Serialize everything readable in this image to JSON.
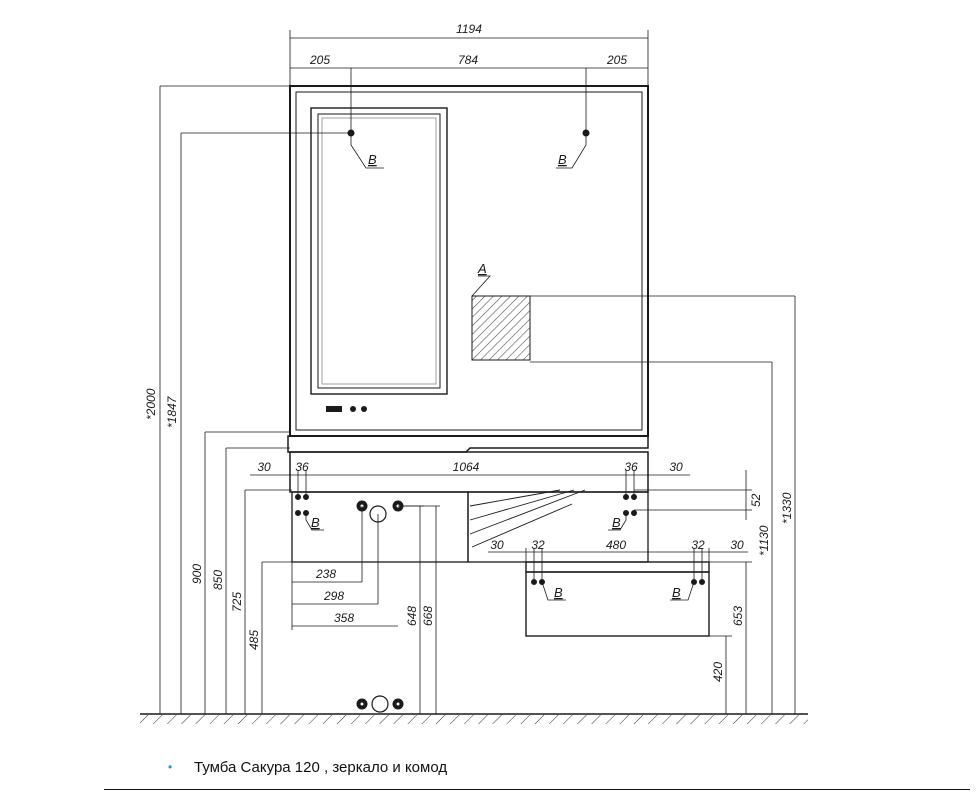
{
  "caption": {
    "bullet": "•",
    "text": "Тумба Сакура 120 , зеркало и комод"
  },
  "colors": {
    "line": "#1a1a1a",
    "bullet": "#2a8fd6",
    "hatch": "#555555"
  },
  "dimensions": {
    "overall_width": "1194",
    "top_left_margin": "205",
    "top_middle": "784",
    "top_right_margin": "205",
    "height_2000": "*2000",
    "height_1847": "*1847",
    "height_1330": "*1330",
    "height_1130": "*1130",
    "vanity_left_offset": "30",
    "vanity_left_hole": "36",
    "vanity_width": "1064",
    "vanity_right_hole": "36",
    "vanity_right_offset": "30",
    "vanity_hole_drop": "52",
    "h_900": "900",
    "h_850": "850",
    "h_725": "725",
    "h_485": "485",
    "pipe_238": "238",
    "pipe_298": "298",
    "pipe_358": "358",
    "pipe_648": "648",
    "pipe_668": "668",
    "chest_left_offset": "30",
    "chest_left_hole": "32",
    "chest_width": "480",
    "chest_right_hole": "32",
    "chest_right_offset": "30",
    "chest_653": "653",
    "chest_420": "420"
  },
  "labels": {
    "mount_b": "B",
    "zone_a": "A"
  }
}
